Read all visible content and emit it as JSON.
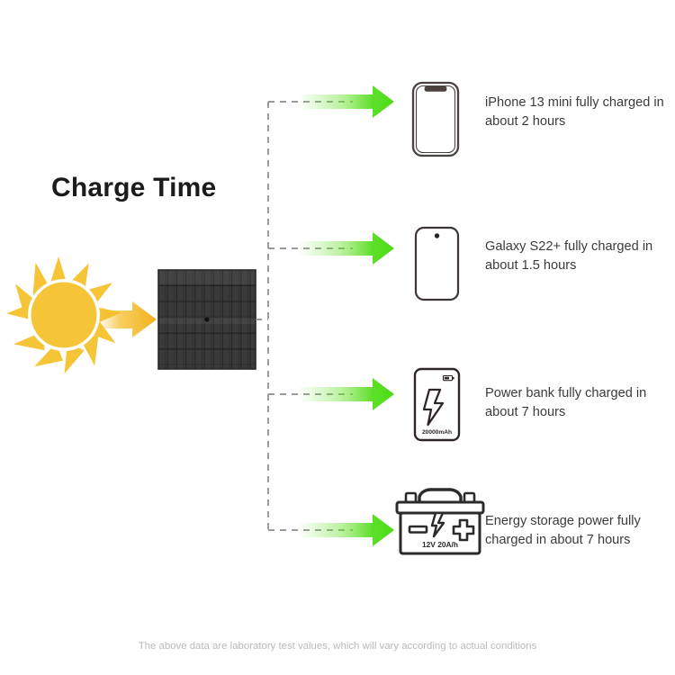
{
  "page": {
    "title": "Charge Time",
    "background_color": "#ffffff",
    "footer_note": "The above data are laboratory test values, which will vary according to actual conditions"
  },
  "source": {
    "sun_icon_label": "sun",
    "sun_color": "#F6C437",
    "sun_ray_count": 12,
    "energy_arrow_color": "#F2B51E",
    "solar_panel_label": "solar panel",
    "solar_panel_color": "#2e2e2e",
    "solar_panel_columns": 10,
    "solar_panel_rows": 6
  },
  "connector": {
    "line_color": "#8c8c8c",
    "style": "dashed",
    "arrow_color": "#4cdc16",
    "arrow_count": 4
  },
  "devices": [
    {
      "icon": "iphone-icon",
      "name": "iPhone 13 mini",
      "caption": "iPhone 13 mini fully charged in about 2 hours",
      "charge_time": "2 hours"
    },
    {
      "icon": "galaxy-phone-icon",
      "name": "Galaxy S22+",
      "caption": "Galaxy S22+ fully charged in about 1.5 hours",
      "charge_time": "1.5 hours"
    },
    {
      "icon": "power-bank-icon",
      "name": "Power bank",
      "caption": "Power bank fully charged in about 7 hours",
      "charge_time": "7 hours",
      "icon_label": "20000mAh"
    },
    {
      "icon": "car-battery-icon",
      "name": "Energy storage power",
      "caption": "Energy storage power fully charged in about 7 hours",
      "charge_time": "7 hours",
      "icon_label": "12V 20A/h"
    }
  ]
}
